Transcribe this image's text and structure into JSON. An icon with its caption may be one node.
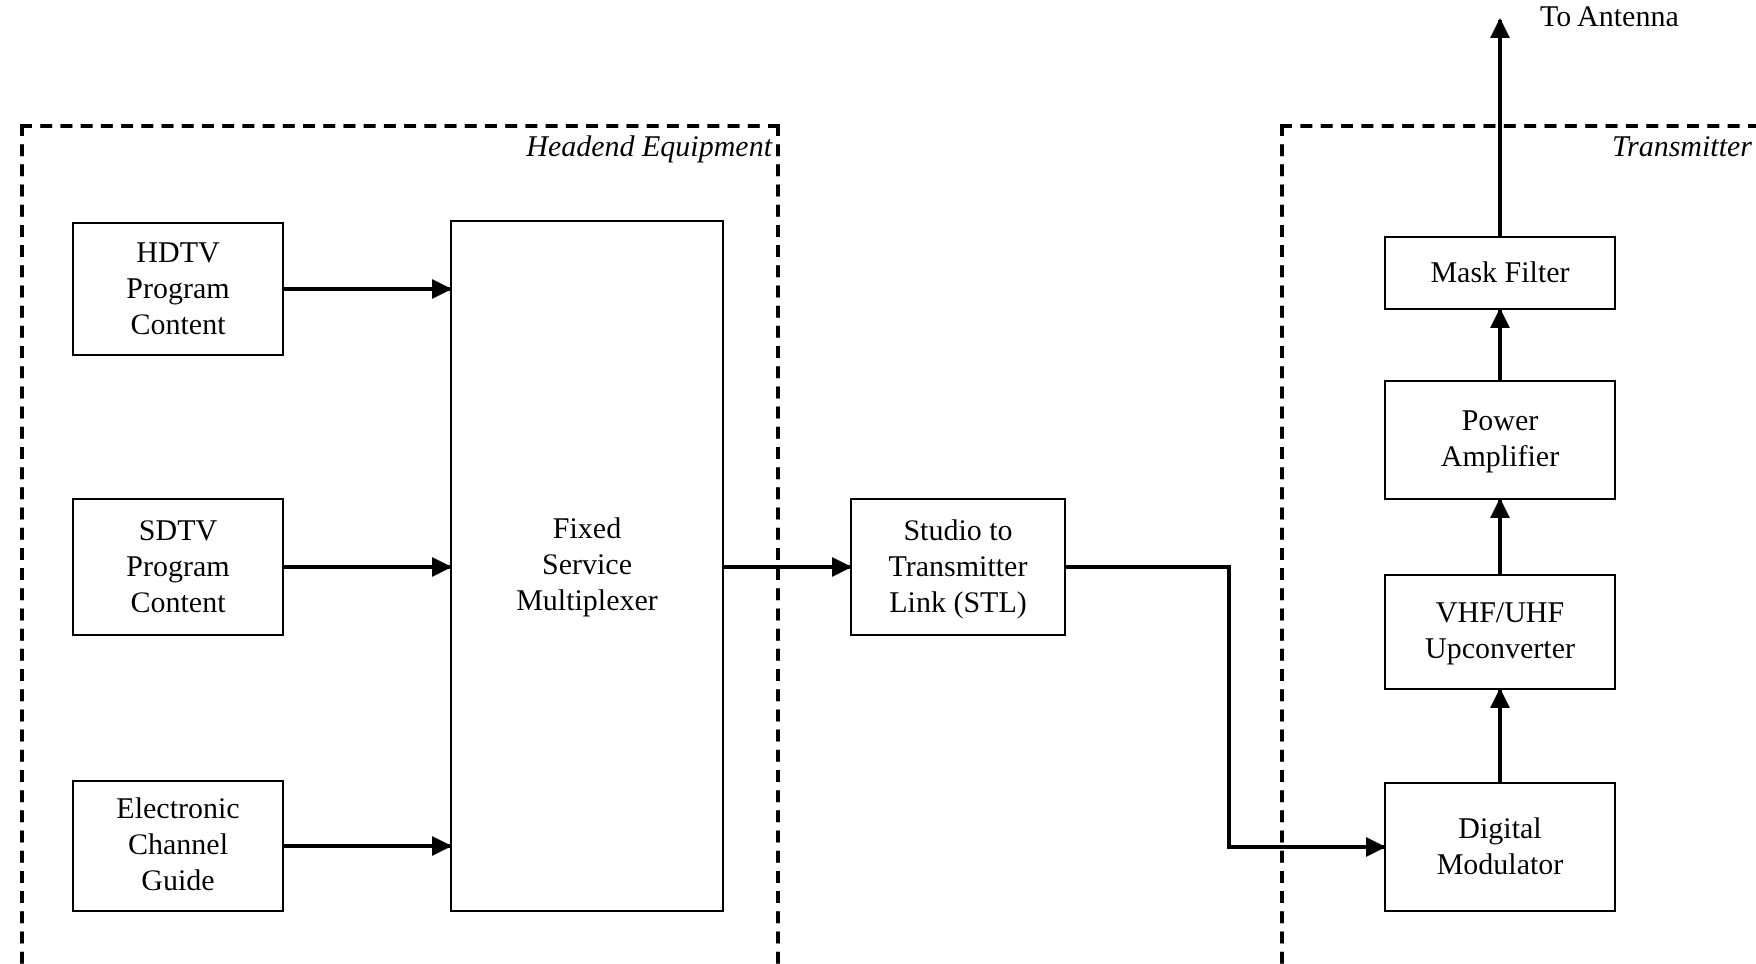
{
  "diagram": {
    "nodes": [
      {
        "text": [
          "Headend Equipment"
        ]
      },
      {
        "text": [
          "HDTV Program Content"
        ],
        "in": 0
      },
      {
        "text": [
          "SDTV Program Content"
        ],
        "in": 0
      },
      {
        "text": [
          "Electronic Channel Guide"
        ],
        "in": 0
      },
      {
        "text": [
          "Fixed Service Multiplexer"
        ],
        "in": 0
      },
      {
        "text": [
          "Studio to Transmitter Link (STL)"
        ]
      },
      {
        "text": [
          "Transmitter"
        ]
      },
      {
        "text": [
          "Mask Filter"
        ],
        "in": 6
      },
      {
        "text": [
          "Power Amplifier"
        ],
        "in": 6
      },
      {
        "text": [
          "VHF/UHF Upconverter"
        ],
        "in": 6
      },
      {
        "text": [
          "Digital Modulator"
        ],
        "in": 6
      }
    ],
    "edges": [
      {
        "from": 1,
        "to": 4,
        "arrow": "to"
      },
      {
        "from": 2,
        "to": 4,
        "arrow": "to"
      },
      {
        "from": 3,
        "to": 4,
        "arrow": "to"
      },
      {
        "from": 4,
        "to": 5,
        "arrow": "to"
      },
      {
        "from": 5,
        "to": 10,
        "arrow": "to"
      },
      {
        "from": 10,
        "to": 9,
        "arrow": "to"
      },
      {
        "from": 9,
        "to": 8,
        "arrow": "to"
      },
      {
        "from": 8,
        "to": 7,
        "arrow": "to"
      },
      {
        "from": 7,
        "to": null,
        "arrow": "to"
      }
    ],
    "labels": [
      "To Antenna"
    ]
  }
}
